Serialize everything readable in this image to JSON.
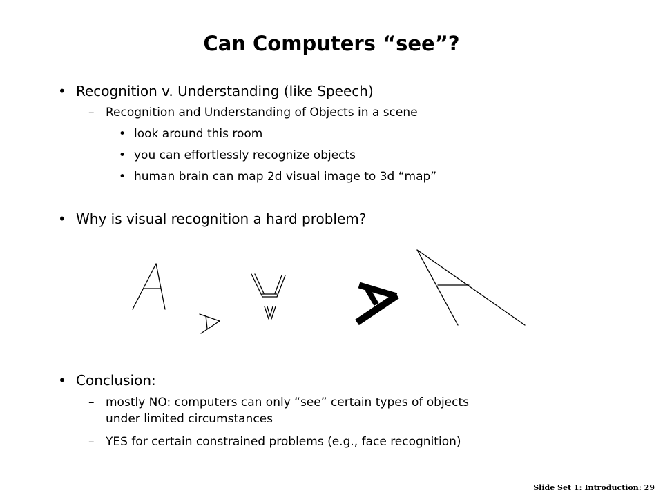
{
  "slide": {
    "title": "Can Computers “see”?",
    "sections": [
      {
        "bullet": "Recognition v. Understanding (like Speech)",
        "sub": [
          {
            "text": "Recognition and Understanding of Objects in a scene",
            "items": [
              "look around this room",
              "you can effortlessly recognize objects",
              "human brain can map 2d visual image to 3d “map”"
            ]
          }
        ]
      },
      {
        "bullet": "Why is visual recognition a hard problem?"
      },
      {
        "bullet": "Conclusion:",
        "sub": [
          {
            "text": "mostly NO: computers can only “see” certain types of objects",
            "continuation": "under limited circumstances"
          },
          {
            "text": "YES for certain constrained problems (e.g., face recognition)"
          }
        ]
      }
    ],
    "footer": "Slide Set 1: Introduction: 29"
  }
}
